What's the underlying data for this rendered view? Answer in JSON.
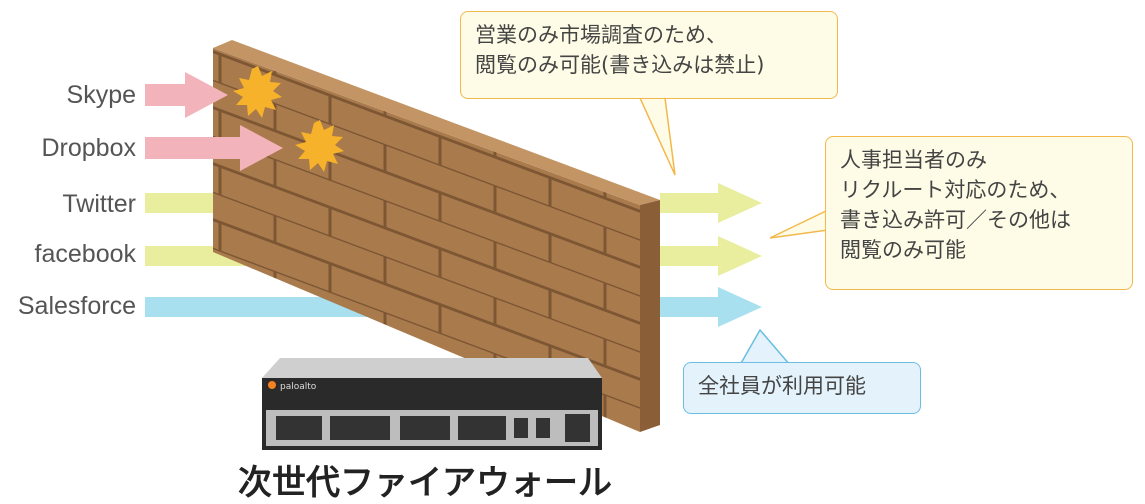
{
  "apps": [
    {
      "label": "Skype",
      "status": "blocked"
    },
    {
      "label": "Dropbox",
      "status": "blocked"
    },
    {
      "label": "Twitter",
      "status": "allowed"
    },
    {
      "label": "facebook",
      "status": "allowed"
    },
    {
      "label": "Salesforce",
      "status": "allowed"
    }
  ],
  "callouts": {
    "twitter": "営業のみ市場調査のため、\n閲覧のみ可能(書き込みは禁止)",
    "facebook": "人事担当者のみ\nリクルート対応のため、\n書き込み許可／その他は\n閲覧のみ可能",
    "salesforce": "全社員が利用可能"
  },
  "appliance_brand": "paloalto",
  "title": "次世代ファイアウォール",
  "colors": {
    "blocked": "#f3b3bb",
    "allowed": "#e9ee9e",
    "salesforce": "#a9e0ef",
    "wall": "#a97a4b",
    "burst": "#f6b22a"
  }
}
